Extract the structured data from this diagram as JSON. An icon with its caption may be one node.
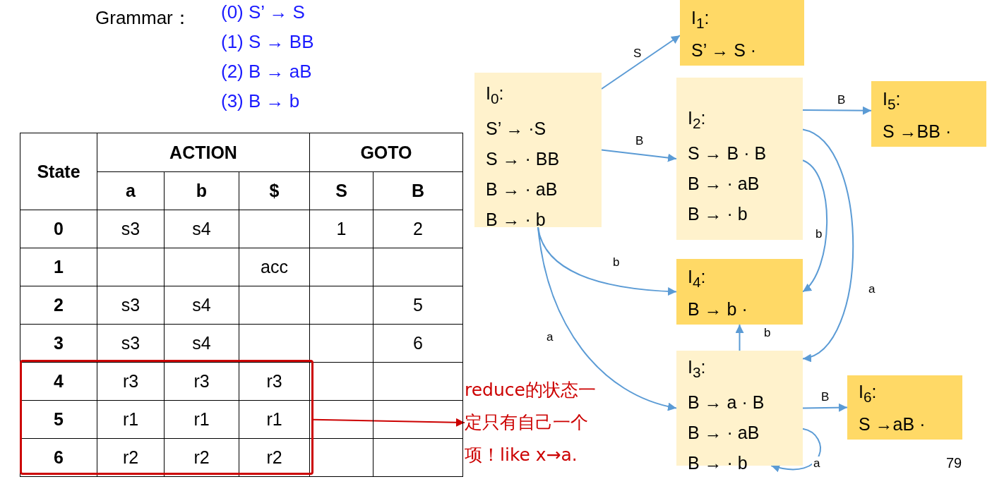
{
  "diagram": {
    "nodes": [
      {
        "text": [
          "I$_{0}$:",
          "S’ → ·S",
          "S → · BB",
          "B → · aB",
          "B → · b"
        ]
      },
      {
        "text": [
          "I$_{1}$:",
          "S’ → S ·"
        ]
      },
      {
        "text": [
          "I$_{2}$:",
          "S → B · B",
          "B → · aB",
          "B → · b"
        ]
      },
      {
        "text": [
          "I$_{3}$:",
          "B → a · B",
          "B → · aB",
          "B → · b"
        ]
      },
      {
        "text": [
          "I$_{4}$:",
          "B → b ·"
        ]
      },
      {
        "text": [
          "I$_{5}$:",
          "S →BB ·"
        ]
      },
      {
        "text": [
          "I$_{6}$:",
          "S →aB ·"
        ]
      },
      {
        "text": [],
        "shape": "box"
      },
      {
        "text": [
          "reduce的状态一定只有自己一个项！like x→a."
        ]
      }
    ],
    "edges": [
      {
        "from": 0,
        "to": 1,
        "arrow": "to",
        "label": "S"
      },
      {
        "from": 0,
        "to": 2,
        "arrow": "to",
        "label": "B"
      },
      {
        "from": 0,
        "to": 4,
        "arrow": "to",
        "label": "b"
      },
      {
        "from": 0,
        "to": 3,
        "arrow": "to",
        "label": "a"
      },
      {
        "from": 2,
        "to": 5,
        "arrow": "to",
        "label": "B"
      },
      {
        "from": 2,
        "to": 4,
        "arrow": "to",
        "label": "b"
      },
      {
        "from": 2,
        "to": 3,
        "arrow": "to",
        "label": "a"
      },
      {
        "from": 3,
        "to": 4,
        "arrow": "to",
        "label": "b"
      },
      {
        "from": 3,
        "to": 6,
        "arrow": "to",
        "label": "B"
      },
      {
        "from": 3,
        "to": 3,
        "arrow": "to",
        "label": "a"
      },
      {
        "from": 7,
        "to": 8,
        "arrow": "to",
        "color": "#cc0000"
      }
    ],
    "labels": [
      "Grammar：",
      "(0) S’ → S",
      "(1) S → BB",
      "(2) B → aB",
      "(3) B → b",
      "State",
      "ACTION",
      "GOTO",
      "a",
      "b",
      "$",
      "S",
      "B",
      "0",
      "s3",
      "s4",
      "1",
      "2",
      "1",
      "acc",
      "2",
      "s3",
      "s4",
      "5",
      "3",
      "s3",
      "s4",
      "6",
      "4",
      "r3",
      "r3",
      "r3",
      "5",
      "r1",
      "r1",
      "r1",
      "6",
      "r2",
      "r2",
      "r2",
      "79"
    ]
  }
}
